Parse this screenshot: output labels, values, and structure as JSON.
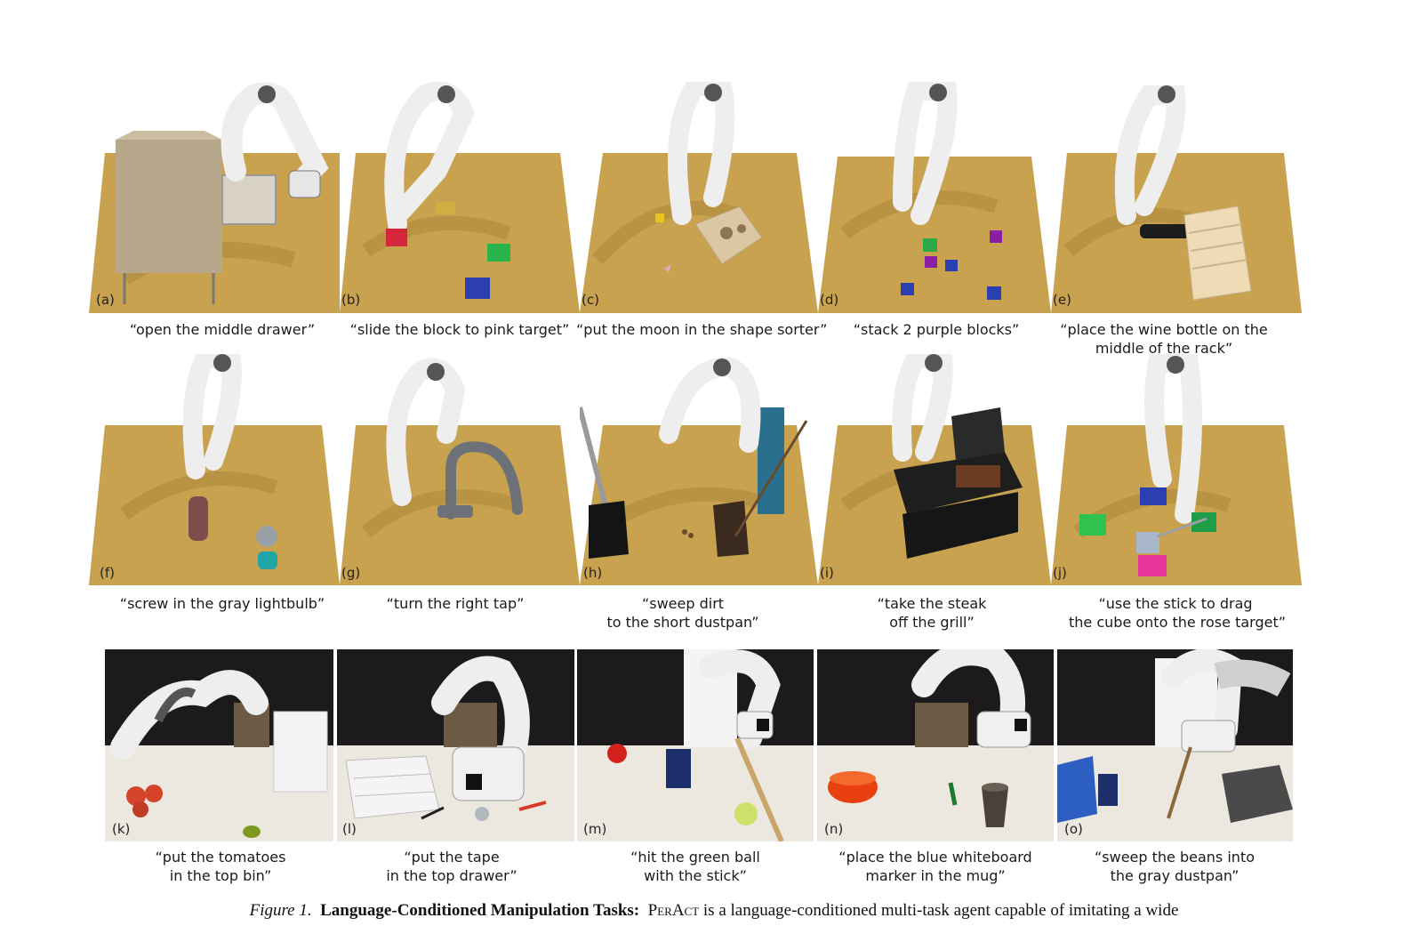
{
  "panels": [
    {
      "label": "(a)",
      "lines": [
        "“open the middle drawer”"
      ]
    },
    {
      "label": "(b)",
      "lines": [
        "“slide the block to pink target”"
      ]
    },
    {
      "label": "(c)",
      "lines": [
        "“put the moon in the shape sorter”"
      ]
    },
    {
      "label": "(d)",
      "lines": [
        "“stack 2 purple blocks”"
      ]
    },
    {
      "label": "(e)",
      "lines": [
        "“place the wine bottle on the",
        "middle of the rack”"
      ]
    },
    {
      "label": "(f)",
      "lines": [
        "“screw in the gray lightbulb”"
      ]
    },
    {
      "label": "(g)",
      "lines": [
        "“turn the right tap”"
      ]
    },
    {
      "label": "(h)",
      "lines": [
        "“sweep dirt",
        "to the short dustpan”"
      ]
    },
    {
      "label": "(i)",
      "lines": [
        "“take the steak",
        "off the grill”"
      ]
    },
    {
      "label": "(j)",
      "lines": [
        "“use the stick to drag",
        "the cube onto the rose target”"
      ]
    },
    {
      "label": "(k)",
      "lines": [
        "“put the tomatoes",
        "in the top bin”"
      ]
    },
    {
      "label": "(l)",
      "lines": [
        "“put the tape",
        "in the top drawer”"
      ]
    },
    {
      "label": "(m)",
      "lines": [
        "“hit the green ball",
        "with the stick”"
      ]
    },
    {
      "label": "(n)",
      "lines": [
        "“place the blue whiteboard",
        "marker in the mug”"
      ]
    },
    {
      "label": "(o)",
      "lines": [
        "“sweep the beans into",
        "the gray dustpan”"
      ]
    }
  ],
  "figure_caption": {
    "number": "Figure 1.",
    "title": "Language-Conditioned Manipulation Tasks:",
    "agent_name": "PerAct",
    "text": "is a language-conditioned multi-task agent capable of imitating a wide"
  },
  "colors": {
    "table_wood": "#c9a24f",
    "robot_white": "#eeeeee",
    "robot_gray": "#555555",
    "real_background": "#1c1a1a",
    "real_table": "#ece8e0"
  }
}
